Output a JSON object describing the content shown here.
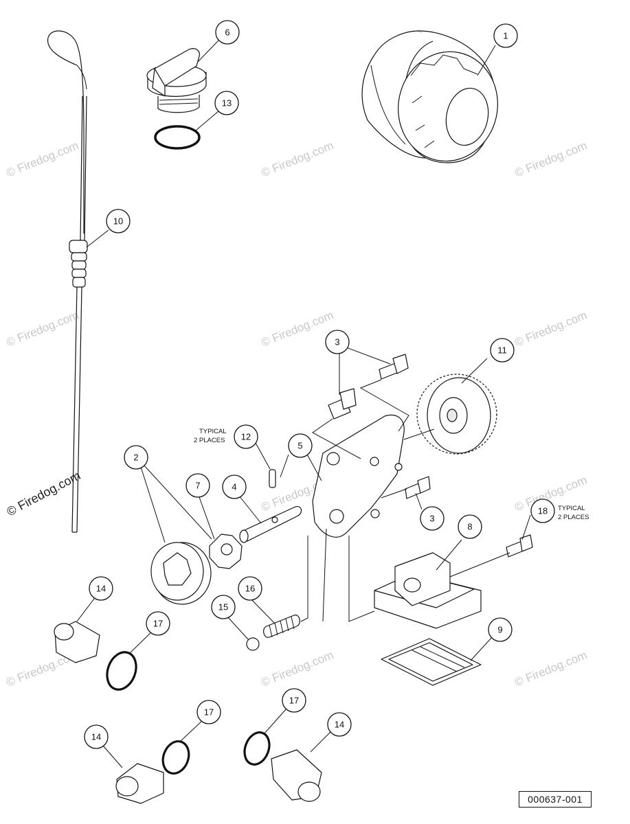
{
  "watermark_text": "© Firedog.com",
  "callouts": {
    "c1": "1",
    "c2": "2",
    "c3a": "3",
    "c3b": "3",
    "c4": "4",
    "c5": "5",
    "c6": "6",
    "c7": "7",
    "c8": "8",
    "c9": "9",
    "c10": "10",
    "c11": "11",
    "c12": "12",
    "c13": "13",
    "c14a": "14",
    "c14b": "14",
    "c14c": "14",
    "c15": "15",
    "c16": "16",
    "c17a": "17",
    "c17b": "17",
    "c17c": "17",
    "c18": "18"
  },
  "notes": {
    "typical_12_line1": "TYPICAL",
    "typical_12_line2": "2 PLACES",
    "typical_18_line1": "TYPICAL",
    "typical_18_line2": "2 PLACES"
  },
  "drawing_number": "000637-001"
}
